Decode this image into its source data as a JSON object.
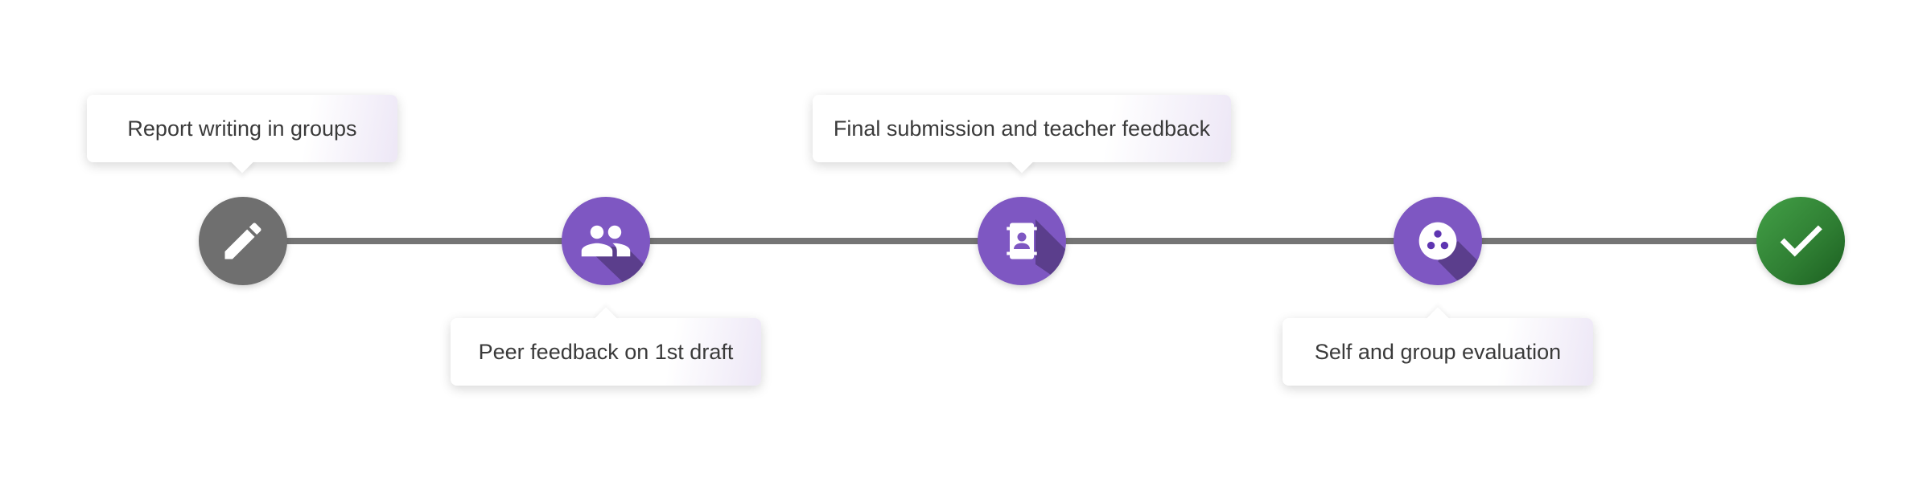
{
  "timeline": {
    "steps": [
      {
        "label": "Report writing in groups",
        "icon": "pencil-icon",
        "color": "#6f6f6f",
        "status": "current"
      },
      {
        "label": "Peer feedback on 1st draft",
        "icon": "people-icon",
        "color": "#7e57c2",
        "status": "upcoming"
      },
      {
        "label": "Final submission and teacher feedback",
        "icon": "contact-card-icon",
        "color": "#7e57c2",
        "status": "upcoming"
      },
      {
        "label": "Self and group evaluation",
        "icon": "group-circle-icon",
        "color": "#7e57c2",
        "status": "upcoming"
      },
      {
        "label": "",
        "icon": "checkmark-icon",
        "color": "#2e7d32",
        "status": "done"
      }
    ],
    "track_color": "#757575"
  }
}
